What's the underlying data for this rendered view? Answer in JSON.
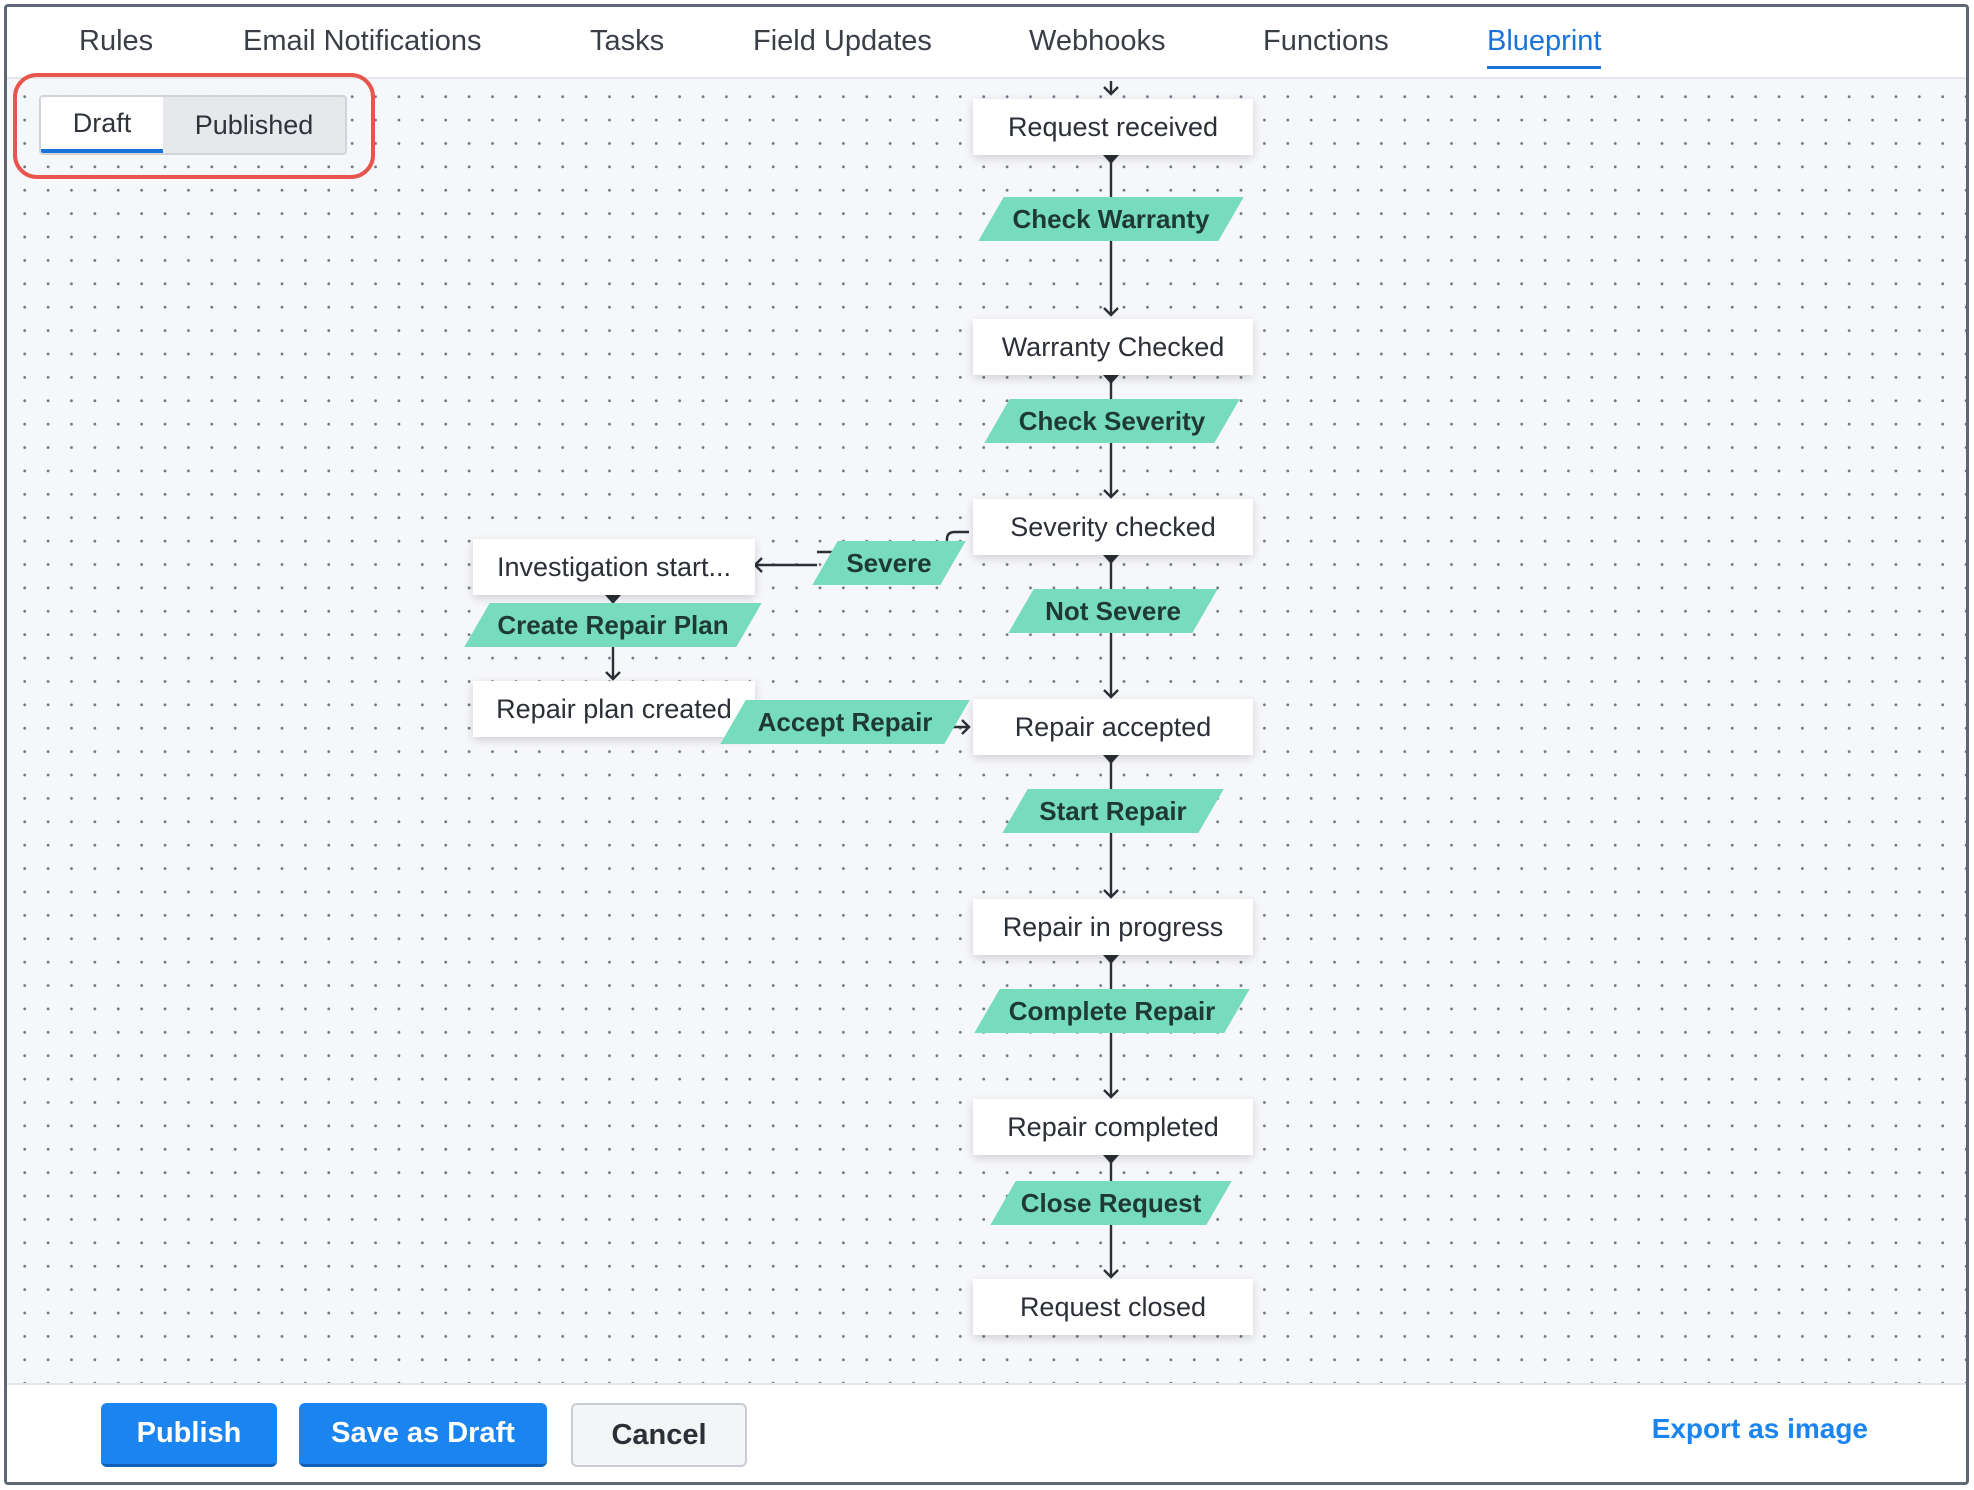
{
  "tabs": [
    "Rules",
    "Email Notifications",
    "Tasks",
    "Field Updates",
    "Webhooks",
    "Functions",
    "Blueprint"
  ],
  "active_tab": "Blueprint",
  "mode_toggle": {
    "draft": "Draft",
    "published": "Published",
    "selected": "Draft"
  },
  "states": {
    "request_received": "Request received",
    "warranty_checked": "Warranty Checked",
    "severity_checked": "Severity checked",
    "investigation_started": "Investigation start...",
    "repair_plan_created": "Repair plan created",
    "repair_accepted": "Repair accepted",
    "repair_in_progress": "Repair in progress",
    "repair_completed": "Repair completed",
    "request_closed": "Request closed"
  },
  "transitions": {
    "check_warranty": "Check Warranty",
    "check_severity": "Check Severity",
    "severe": "Severe",
    "not_severe": "Not Severe",
    "create_repair_plan": "Create Repair Plan",
    "accept_repair": "Accept Repair",
    "start_repair": "Start Repair",
    "complete_repair": "Complete Repair",
    "close_request": "Close Request"
  },
  "footer": {
    "publish": "Publish",
    "save_draft": "Save as Draft",
    "cancel": "Cancel",
    "export": "Export as image"
  },
  "colors": {
    "accent": "#1a73d9",
    "transition": "#76dcbb",
    "highlight": "#e8554d"
  }
}
